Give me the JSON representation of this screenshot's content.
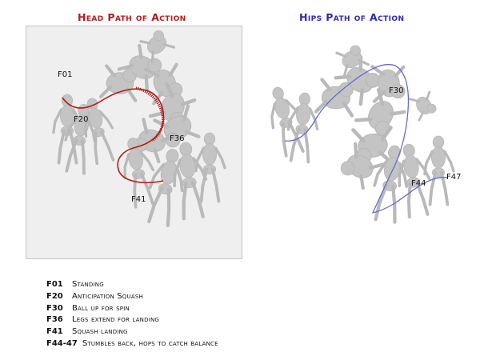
{
  "titles": {
    "head": "Head Path of Action",
    "hips": "Hips Path of Action"
  },
  "colors": {
    "head_title": "#b21d1d",
    "hips_title": "#2b2bb0",
    "head_path": "#b31b1b",
    "hips_path": "#6a6ad0",
    "figures": "#c2c2c2",
    "panel_bg": "#efefef"
  },
  "head_panel": {
    "labels": {
      "f01": "F01",
      "f20": "F20",
      "f36": "F36",
      "f41": "F41"
    }
  },
  "hips_panel": {
    "labels": {
      "f30": "F30",
      "f44": "F44",
      "f47": "F47"
    }
  },
  "legend": [
    {
      "code": "F01",
      "desc": "Standing"
    },
    {
      "code": "F20",
      "desc": "Anticipation Squash"
    },
    {
      "code": "F30",
      "desc": "Ball up for spin"
    },
    {
      "code": "F36",
      "desc": "Legs extend for landing"
    },
    {
      "code": "F41",
      "desc": "Squash landing"
    },
    {
      "code": "F44-47",
      "desc": "Stumbles back, hops to catch balance"
    }
  ]
}
